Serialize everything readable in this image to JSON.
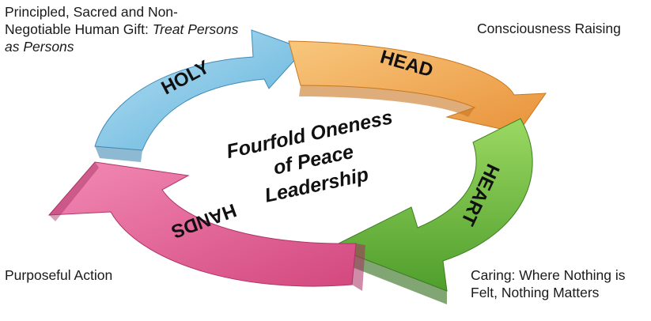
{
  "diagram": {
    "center_lines": [
      "Fourfold Oneness",
      "of Peace",
      "Leadership"
    ],
    "segments": [
      {
        "label": "HOLY",
        "color": "#8fcbe9"
      },
      {
        "label": "HEAD",
        "color": "#f3ad56"
      },
      {
        "label": "HEART",
        "color": "#7cc248"
      },
      {
        "label": "HANDS",
        "color": "#e65f93"
      }
    ],
    "notes": {
      "holy_plain": "Principled, Sacred and Non-Negotiable Human Gift:",
      "holy_italic": "Treat Persons as Persons",
      "head": "Consciousness Raising",
      "heart": "Caring:  Where Nothing is Felt, Nothing Matters",
      "hands": "Purposeful Action"
    }
  }
}
